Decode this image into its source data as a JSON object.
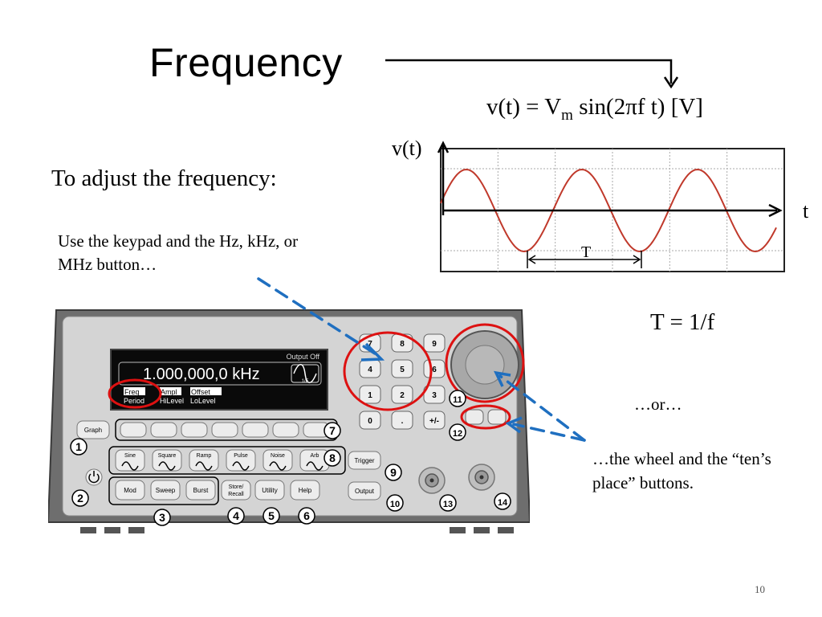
{
  "slide": {
    "title": "Frequency",
    "page_number": "10"
  },
  "formula": {
    "prefix": "v(t) = V",
    "subscript": "m",
    "suffix": " sin(2πf t) [V]"
  },
  "subheading": "To adjust the frequency:",
  "keypad_instruction": "Use the keypad and the Hz, kHz, or MHz button…",
  "period_formula": "T = 1/f",
  "or_text": "…or…",
  "wheel_instruction": "…the wheel and the “ten’s place” buttons.",
  "waveform": {
    "y_label": "v(t)",
    "x_label": "t",
    "period_label": "T",
    "color": "#c0392b"
  },
  "generator": {
    "display": {
      "status": "Output Off",
      "frequency_readout": "1.000,000,0 kHz",
      "period_indicator": "1/F",
      "softkeys": [
        {
          "top": "Freq",
          "bottom": "Period"
        },
        {
          "top": "Ampl",
          "bottom": "HiLevel"
        },
        {
          "top": "Offset",
          "bottom": "LoLevel"
        }
      ]
    },
    "graph_button": "Graph",
    "waveform_buttons": [
      "Sine",
      "Square",
      "Ramp",
      "Pulse",
      "Noise",
      "Arb"
    ],
    "mode_buttons": [
      "Mod",
      "Sweep",
      "Burst"
    ],
    "store_recall_button": "Store/ Recall",
    "utility_button": "Utility",
    "help_button": "Help",
    "trigger_button": "Trigger",
    "output_button": "Output",
    "keypad_keys": [
      "7",
      "8",
      "9",
      "4",
      "5",
      "6",
      "1",
      "2",
      "3",
      "0",
      ".",
      "+/-"
    ],
    "callout_numbers": [
      "1",
      "2",
      "3",
      "4",
      "5",
      "6",
      "7",
      "8",
      "9",
      "10",
      "11",
      "12",
      "13",
      "14"
    ]
  },
  "highlight_color": "#dd1111",
  "arrow_color": "#1f6fc0"
}
